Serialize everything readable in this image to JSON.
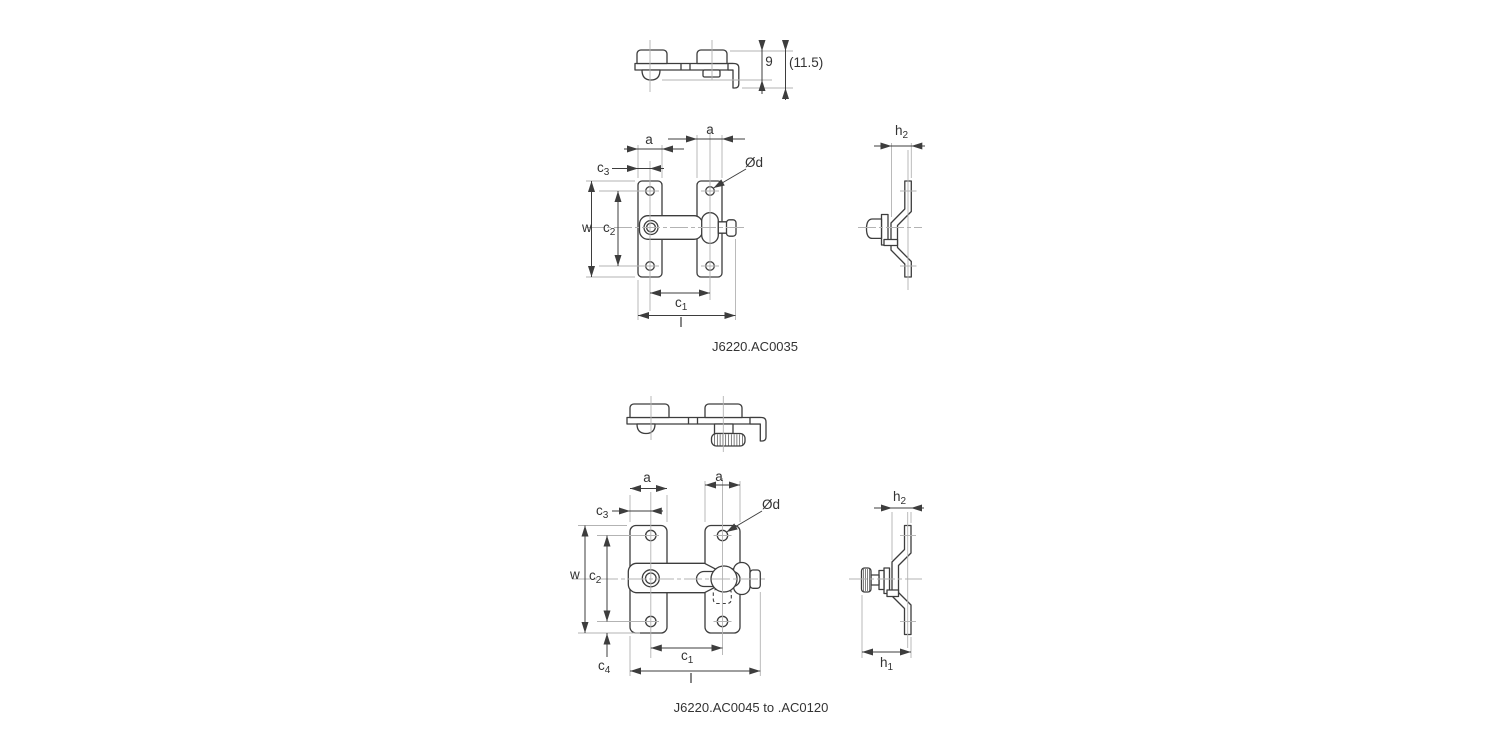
{
  "colors": {
    "line": "#3d3d3d",
    "muted": "#b3b3b3",
    "text": "#333333",
    "bg": "#ffffff"
  },
  "figure1": {
    "part_number": "J6220.AC0035",
    "plan_dims": {
      "height": "9",
      "overall_height": "(11.5)"
    },
    "front_dims": {
      "a_left": "a",
      "a_right": "a",
      "c3": {
        "base": "c",
        "sub": "3"
      },
      "dia": "Ød",
      "w": "w",
      "c2": {
        "base": "c",
        "sub": "2"
      },
      "c1": {
        "base": "c",
        "sub": "1"
      },
      "length": "l"
    },
    "side_dims": {
      "h2": {
        "base": "h",
        "sub": "2"
      }
    }
  },
  "figure2": {
    "part_number": "J6220.AC0045 to .AC0120",
    "front_dims": {
      "a_left": "a",
      "a_right": "a",
      "c3": {
        "base": "c",
        "sub": "3"
      },
      "dia": "Ød",
      "w": "w",
      "c2": {
        "base": "c",
        "sub": "2"
      },
      "c4": {
        "base": "c",
        "sub": "4"
      },
      "c1": {
        "base": "c",
        "sub": "1"
      },
      "length": "l"
    },
    "side_dims": {
      "h2": {
        "base": "h",
        "sub": "2"
      },
      "h1": {
        "base": "h",
        "sub": "1"
      }
    }
  }
}
